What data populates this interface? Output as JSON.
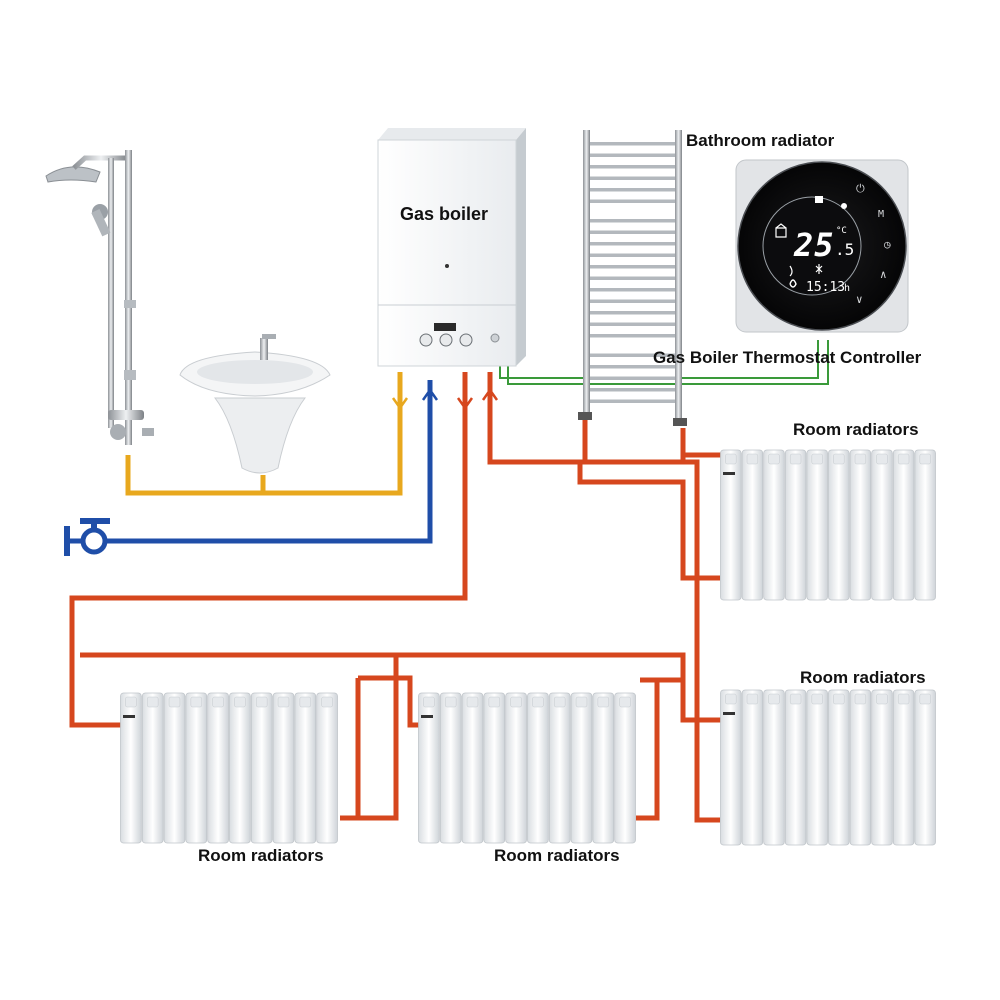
{
  "labels": {
    "gas_boiler": "Gas boiler",
    "bathroom_radiator": "Bathroom radiator",
    "thermostat_controller": "Gas  Boiler Thermostat Controller",
    "room_radiators_top_right": "Room radiators",
    "room_radiators_mid_right": "Room radiators",
    "room_radiators_bottom_left": "Room radiators",
    "room_radiators_bottom_center": "Room radiators"
  },
  "thermostat": {
    "temperature": "25",
    "temperature_decimal": ".5",
    "unit": "°C",
    "time": "15:13",
    "time_suffix": "h",
    "buttons": [
      "⏻",
      "M",
      "◷",
      "∧",
      "∨"
    ]
  },
  "colors": {
    "hot_water": "#e8a81e",
    "cold_water": "#1f4ea8",
    "heating_pipe": "#d6471e",
    "control_wire": "#3a9a3a",
    "radiator": "#f3f5f7"
  }
}
